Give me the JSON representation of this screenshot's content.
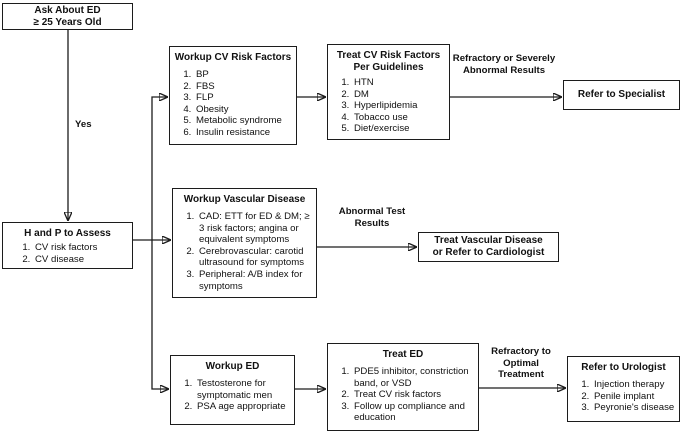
{
  "figure": {
    "background": "#ffffff",
    "line_color": "#1c1c1c"
  },
  "nodes": {
    "ask_about_ed": {
      "line1": "Ask About ED",
      "line2": "≥ 25 Years Old"
    },
    "h_and_p": {
      "title": "H and P to Assess",
      "items": [
        "CV risk factors",
        "CV disease"
      ]
    },
    "workup_cv": {
      "title": "Workup CV Risk Factors",
      "items": [
        "BP",
        "FBS",
        "FLP",
        "Obesity",
        "Metabolic syndrome",
        "Insulin resistance"
      ]
    },
    "treat_cv": {
      "title_line1": "Treat CV Risk Factors",
      "title_line2": "Per Guidelines",
      "items": [
        "HTN",
        "DM",
        "Hyperlipidemia",
        "Tobacco use",
        "Diet/exercise"
      ]
    },
    "refer_specialist": {
      "title": "Refer to Specialist"
    },
    "workup_vascular": {
      "title": "Workup Vascular Disease",
      "items": [
        "CAD:  ETT for ED & DM; ≥ 3 risk factors; angina or equivalent symptoms",
        "Cerebrovascular:  carotid ultrasound for symptoms",
        "Peripheral:  A/B index for symptoms"
      ]
    },
    "treat_vascular": {
      "line1": "Treat Vascular Disease",
      "line2": "or Refer to Cardiologist"
    },
    "workup_ed": {
      "title": "Workup ED",
      "items": [
        "Testosterone for symptomatic men",
        "PSA age appropriate"
      ]
    },
    "treat_ed": {
      "title": "Treat ED",
      "items": [
        "PDE5 inhibitor, constriction band, or VSD",
        "Treat CV risk factors",
        "Follow up compliance and education"
      ]
    },
    "refer_urologist": {
      "title": "Refer to Urologist",
      "items": [
        "Injection therapy",
        "Penile implant",
        "Peyronie's disease"
      ]
    }
  },
  "edge_labels": {
    "yes": "Yes",
    "refractory_severe": "Refractory or Severely Abnormal Results",
    "abnormal_test": "Abnormal Test Results",
    "refractory_optimal": "Refractory to Optimal Treatment"
  }
}
